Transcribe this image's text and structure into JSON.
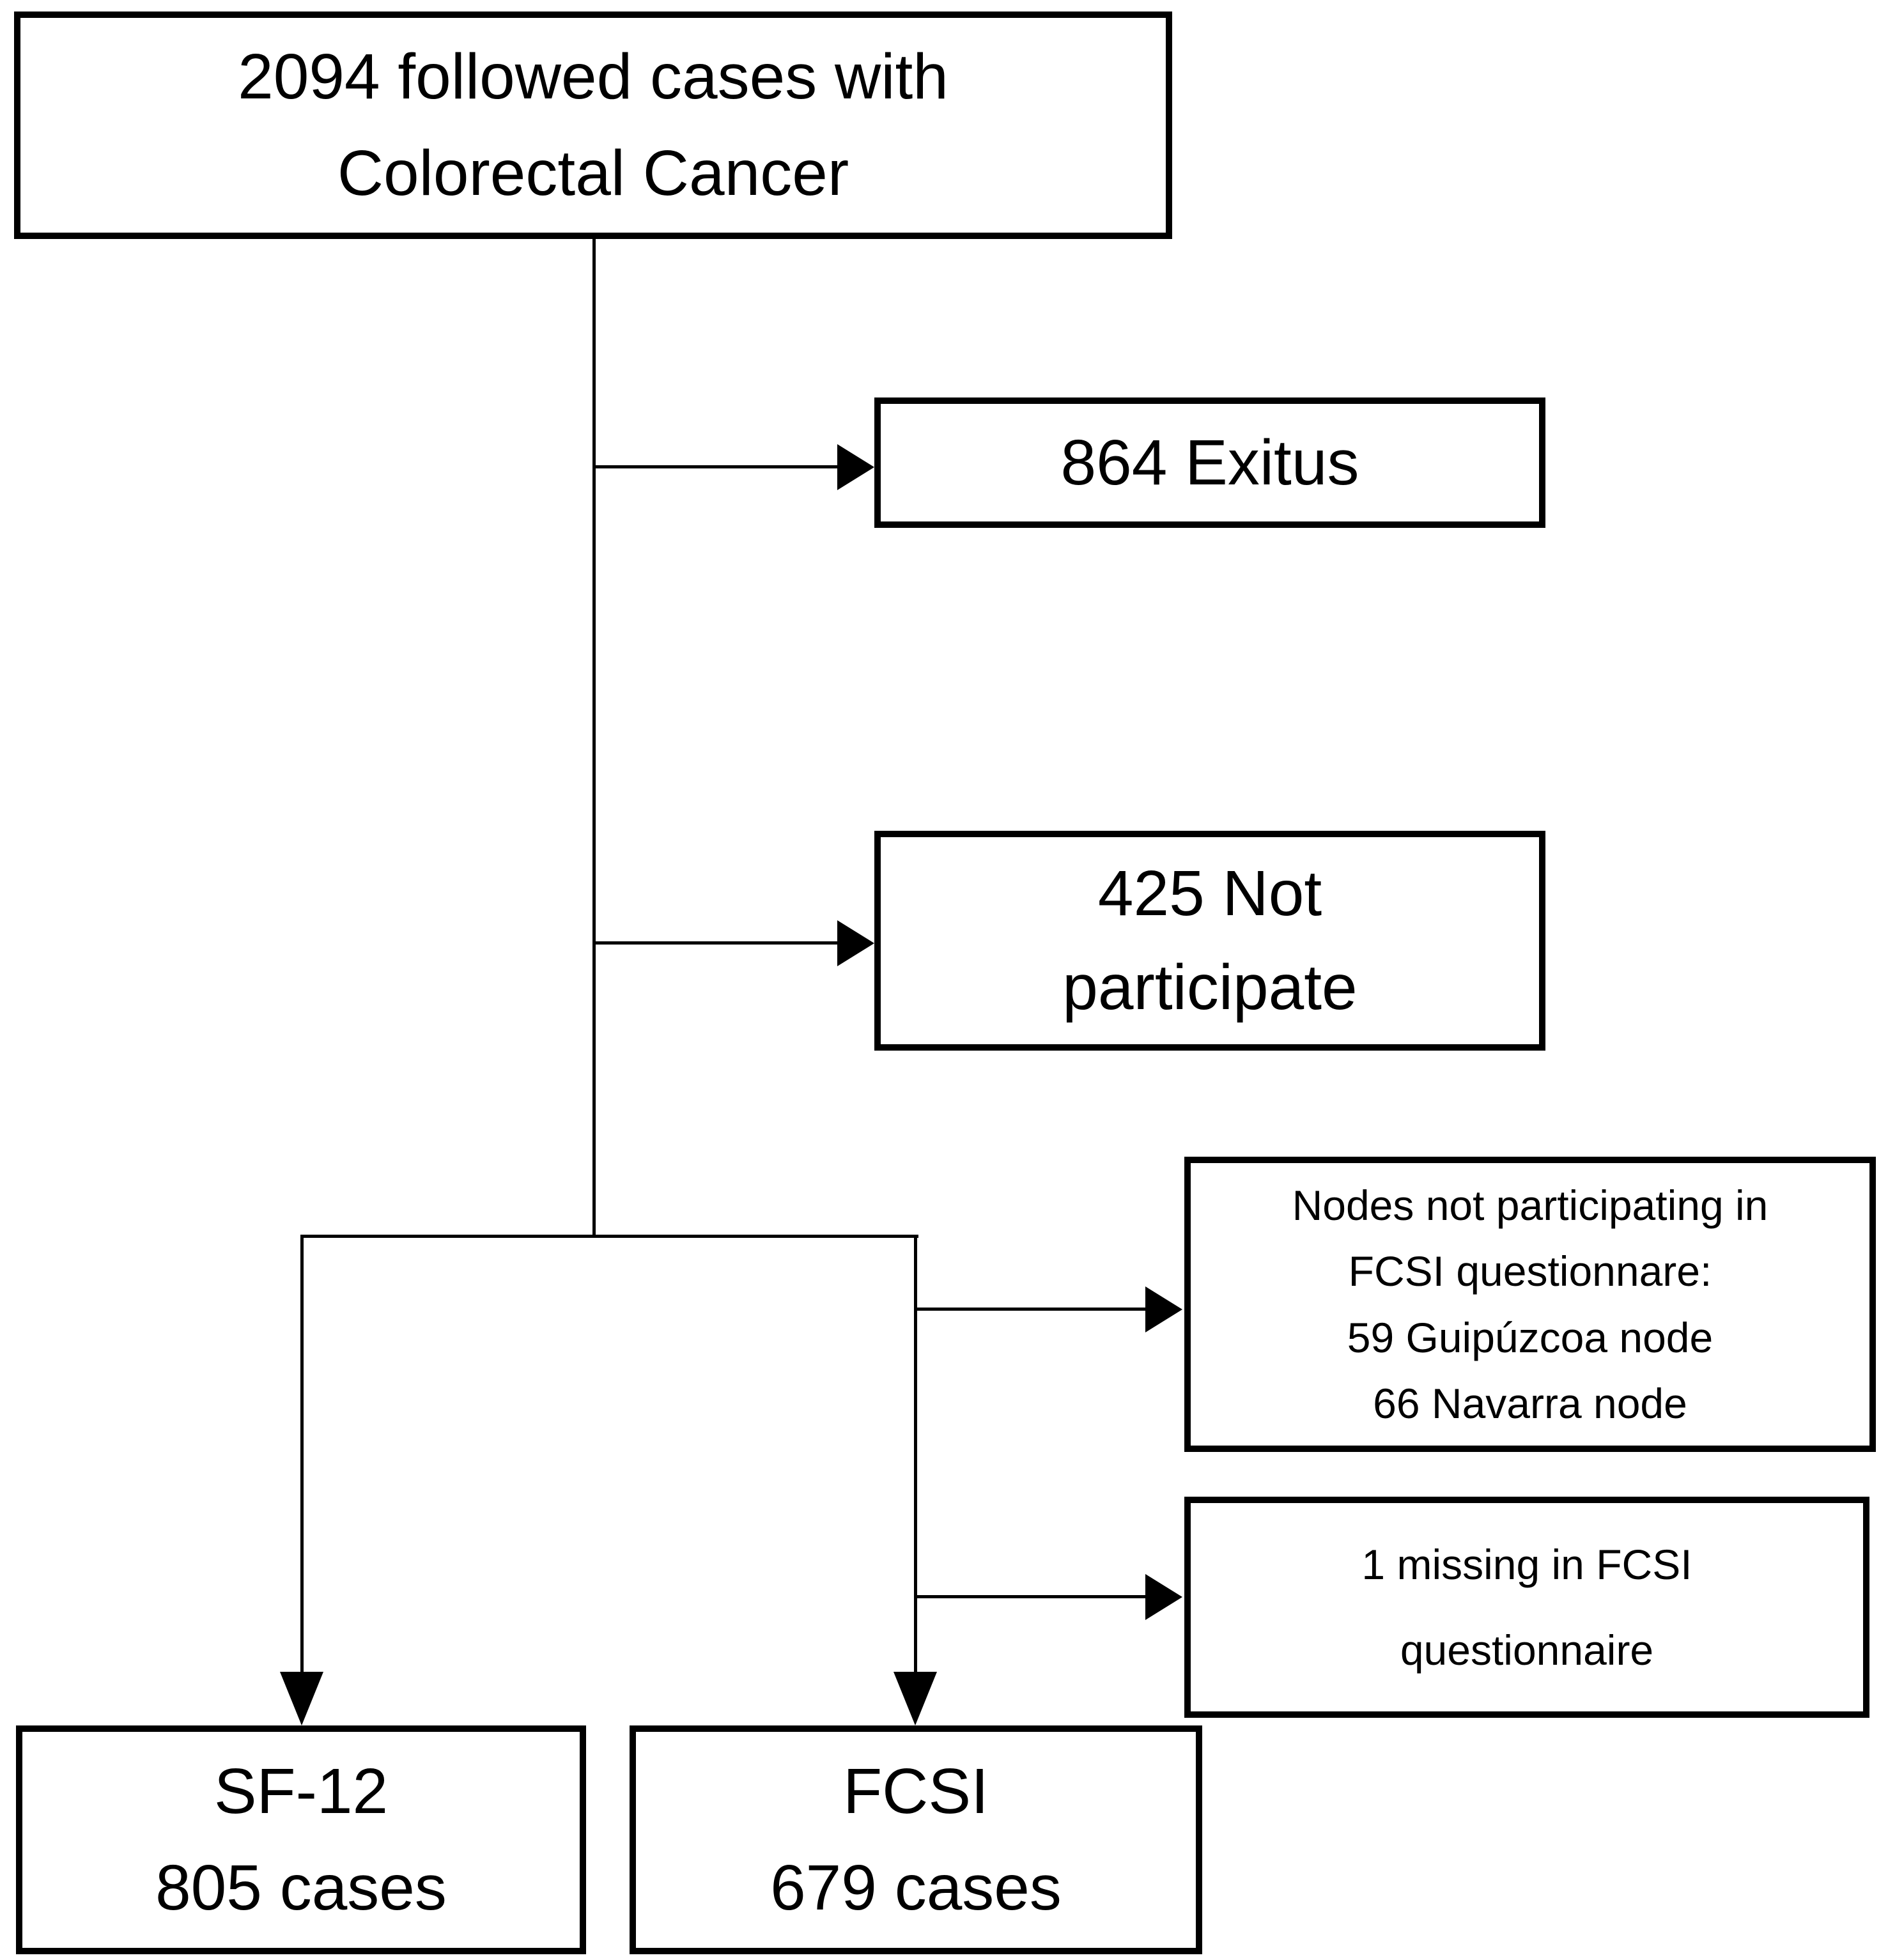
{
  "diagram": {
    "type": "study-flowchart",
    "colors": {
      "line": "#000000",
      "box_border": "#000000",
      "text": "#000000",
      "background": "#ffffff"
    },
    "nodes": {
      "top": {
        "line1": "2094 followed cases with",
        "line2": "Colorectal Cancer"
      },
      "exitus": {
        "line1": "864 Exitus"
      },
      "not_participate": {
        "line1": "425 Not",
        "line2": "participate"
      },
      "nodes_not_participating": {
        "line1": "Nodes not participating in",
        "line2": "FCSI questionnare:",
        "line3": "59 Guipúzcoa node",
        "line4": "66 Navarra node"
      },
      "missing": {
        "line1": "1 missing in FCSI",
        "line2": "questionnaire"
      },
      "sf12": {
        "line1": "SF-12",
        "line2": "805 cases"
      },
      "fcsi": {
        "line1": "FCSI",
        "line2": "679 cases"
      }
    }
  }
}
